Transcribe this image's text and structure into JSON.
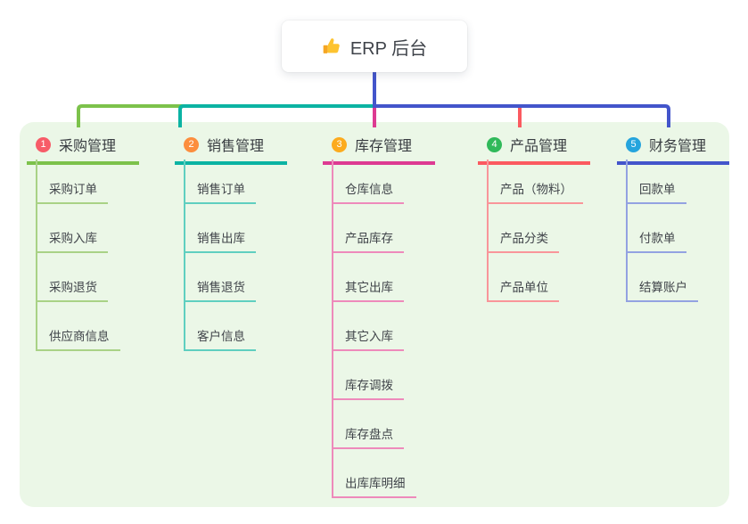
{
  "root": {
    "label": "ERP 后台",
    "icon": "thumbs-up-icon"
  },
  "branches": [
    {
      "index": "1",
      "label": "采购管理",
      "badge_color": "#f75c68",
      "line_color": "#7cc24b",
      "child_color": "#a9d286",
      "children": [
        "采购订单",
        "采购入库",
        "采购退货",
        "供应商信息"
      ]
    },
    {
      "index": "2",
      "label": "销售管理",
      "badge_color": "#fc8e3e",
      "line_color": "#0bb3a3",
      "child_color": "#5fcfc0",
      "children": [
        "销售订单",
        "销售出库",
        "销售退货",
        "客户信息"
      ]
    },
    {
      "index": "3",
      "label": "库存管理",
      "badge_color": "#fcab1e",
      "line_color": "#dd3a92",
      "child_color": "#ee8abb",
      "children": [
        "仓库信息",
        "产品库存",
        "其它出库",
        "其它入库",
        "库存调拨",
        "库存盘点",
        "出库库明细"
      ]
    },
    {
      "index": "4",
      "label": "产品管理",
      "badge_color": "#30b95a",
      "line_color": "#fb5a60",
      "child_color": "#f9959a",
      "children": [
        "产品（物料）",
        "产品分类",
        "产品单位"
      ]
    },
    {
      "index": "5",
      "label": "财务管理",
      "badge_color": "#25a4dd",
      "line_color": "#4355cb",
      "child_color": "#93a2e1",
      "children": [
        "回款单",
        "付款单",
        "结算账户"
      ]
    }
  ],
  "colors": {
    "page_bg": "#ffffff",
    "panel_bg": "#ebf7e7",
    "root_card_bg": "#ffffff",
    "root_text": "#3f434a",
    "header_text": "#383c41",
    "child_text": "#40444a",
    "connector_blue": "#4355cb",
    "thumb_icon_main": "#fdc330",
    "thumb_icon_cuff": "#f5a623"
  }
}
